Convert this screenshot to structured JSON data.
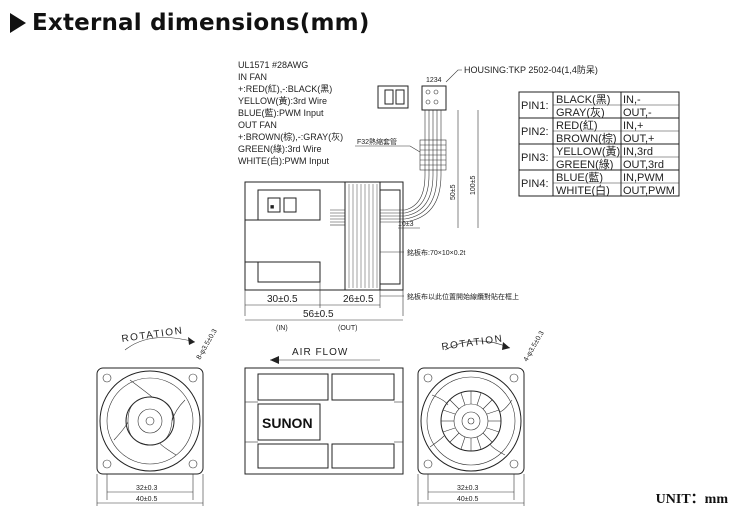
{
  "header": {
    "title": "External dimensions(mm)"
  },
  "wire_spec": {
    "lines": [
      "UL1571  #28AWG",
      "IN FAN",
      "+:RED(紅),-:BLACK(黑)",
      "YELLOW(黃):3rd  Wire",
      "BLUE(藍):PWM  Input",
      "OUT FAN",
      "+:BROWN(棕),-:GRAY(灰)",
      "GREEN(綠):3rd  Wire",
      "WHITE(白):PWM  Input"
    ]
  },
  "connector": {
    "pin_numbers": "1234",
    "housing": "HOUSING:TKP  2502-04(1,4防呆)",
    "tube": "F32熱縮套管"
  },
  "pin_table": {
    "rows": [
      {
        "pin": "PIN1:",
        "wires": [
          {
            "color": "BLACK(黑)",
            "func": "IN,-"
          },
          {
            "color": "GRAY(灰)",
            "func": "OUT,-"
          }
        ]
      },
      {
        "pin": "PIN2:",
        "wires": [
          {
            "color": "RED(紅)",
            "func": "IN,+"
          },
          {
            "color": "BROWN(棕)",
            "func": "OUT,+"
          }
        ]
      },
      {
        "pin": "PIN3:",
        "wires": [
          {
            "color": "YELLOW(黃)",
            "func": "IN,3rd"
          },
          {
            "color": "GREEN(綠)",
            "func": "OUT,3rd"
          }
        ]
      },
      {
        "pin": "PIN4:",
        "wires": [
          {
            "color": "BLUE(藍)",
            "func": "IN,PWM"
          },
          {
            "color": "WHITE(白)",
            "func": "OUT,PWM"
          }
        ]
      }
    ]
  },
  "side_view": {
    "dim_wire_short": "50±5",
    "dim_wire_long": "100±5",
    "dim_strip": "10±3",
    "label_label": "銘板布:70×10×0.2t",
    "label_note": "銘板布以此位置開始線纜對貼在框上",
    "dim_in": "30±0.5",
    "dim_out": "26±0.5",
    "dim_total": "56±0.5",
    "in_label": "(IN)",
    "out_label": "(OUT)"
  },
  "front_view": {
    "rotation": "ROTATION",
    "holes": "8-φ3.5±0.3",
    "dim_inner": "32±0.3",
    "dim_outer": "40±0.5"
  },
  "middle_view": {
    "airflow": "AIR  FLOW",
    "brand": "SUNON"
  },
  "rear_view": {
    "rotation": "ROTATION",
    "holes": "4-φ3.5±0.3",
    "dim_inner": "32±0.3",
    "dim_outer": "40±0.5"
  },
  "footer": {
    "unit": "UNIT：mm"
  }
}
